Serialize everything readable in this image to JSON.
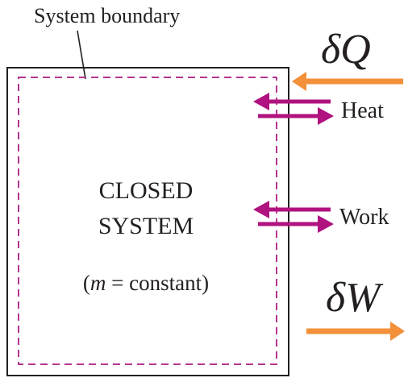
{
  "boundary_label": "System boundary",
  "system": {
    "title_line1": "CLOSED",
    "title_line2": "SYSTEM",
    "mass_symbol": "m",
    "mass_relation": " = constant)",
    "mass_open": "("
  },
  "heat": {
    "symbol": "δQ",
    "label": "Heat"
  },
  "work": {
    "symbol": "δW",
    "label": "Work"
  },
  "colors": {
    "outline": "#231f20",
    "boundary_dashed": "#b5358e",
    "exchange_arrows": "#b0127f",
    "flux_arrows": "#f3903a"
  },
  "icons": {
    "heat_exchange": "double-arrow-icon",
    "work_exchange": "double-arrow-icon",
    "heat_flux": "arrow-left-icon",
    "work_flux": "arrow-right-icon"
  }
}
